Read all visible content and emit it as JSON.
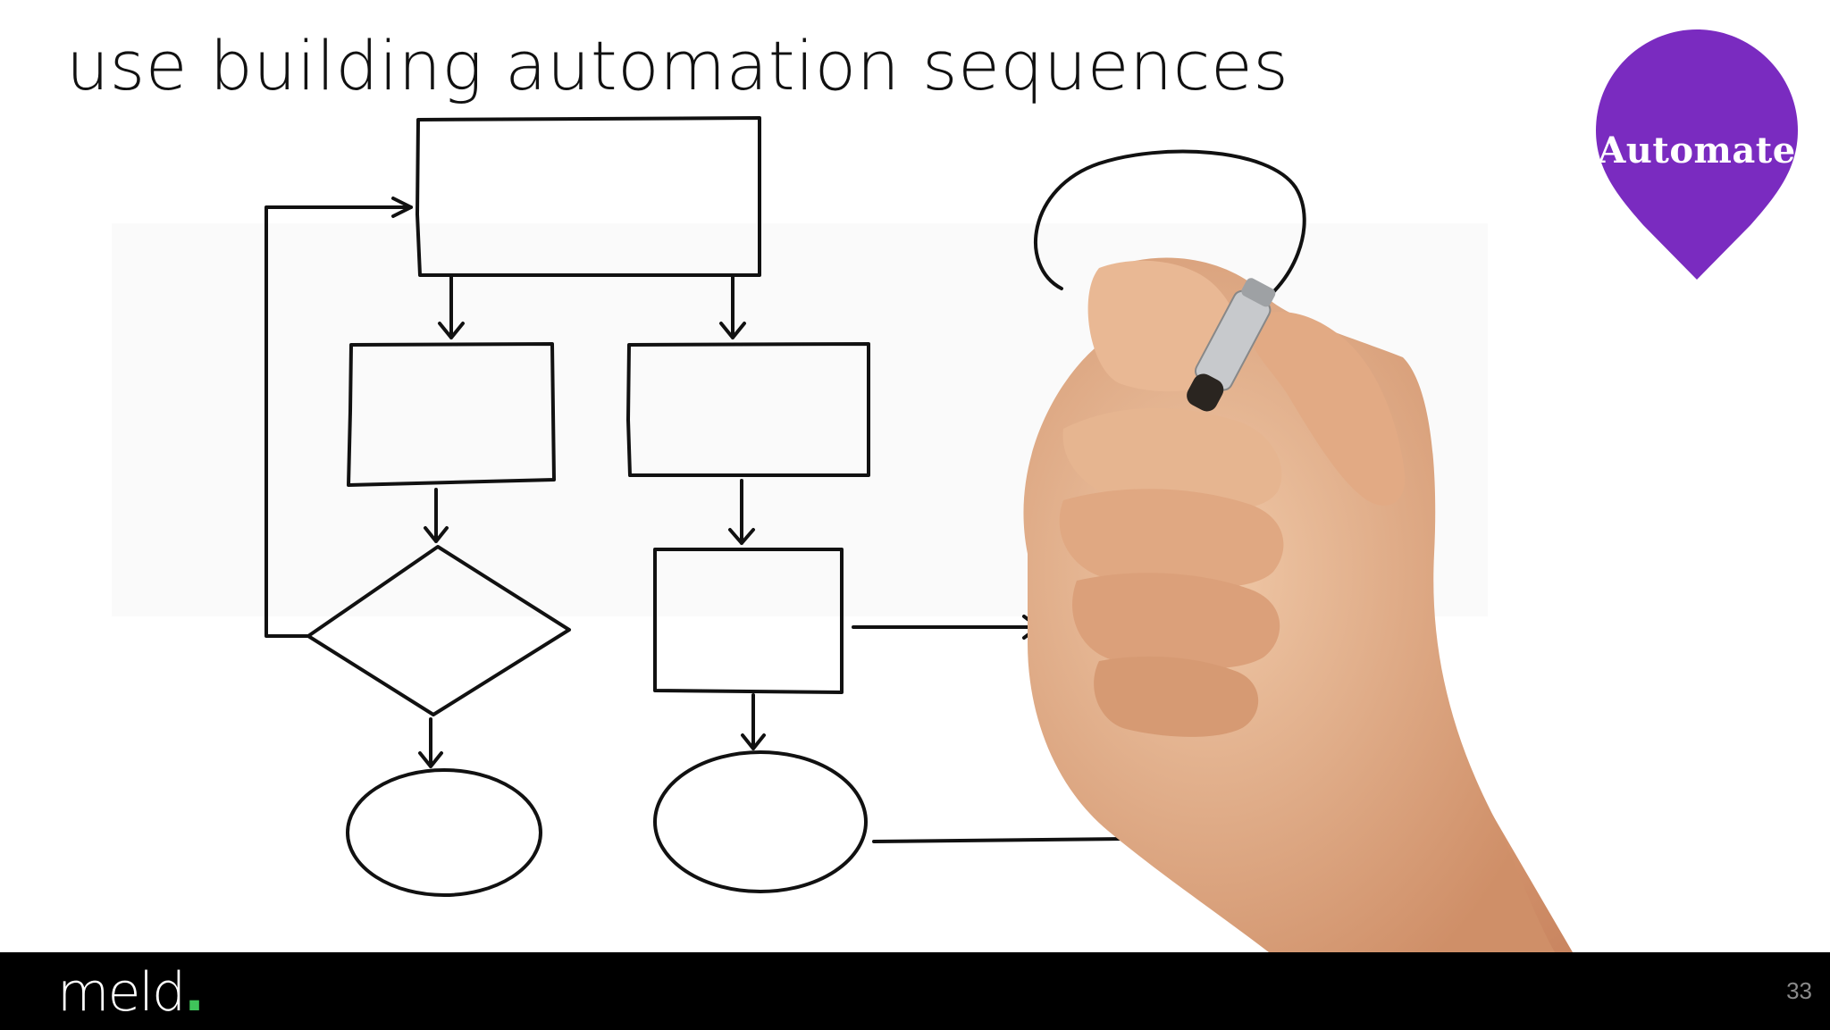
{
  "slide": {
    "title": "use building automation sequences",
    "badge": {
      "label": "Automate",
      "color": "#7a2bc0"
    },
    "image": {
      "subject": "hand drawing flowchart",
      "icon": "hand-with-marker-icon"
    }
  },
  "footer": {
    "logo": "meld",
    "logo_dot": ".",
    "logo_dot_color": "#3fc45a",
    "page_number": "33"
  }
}
